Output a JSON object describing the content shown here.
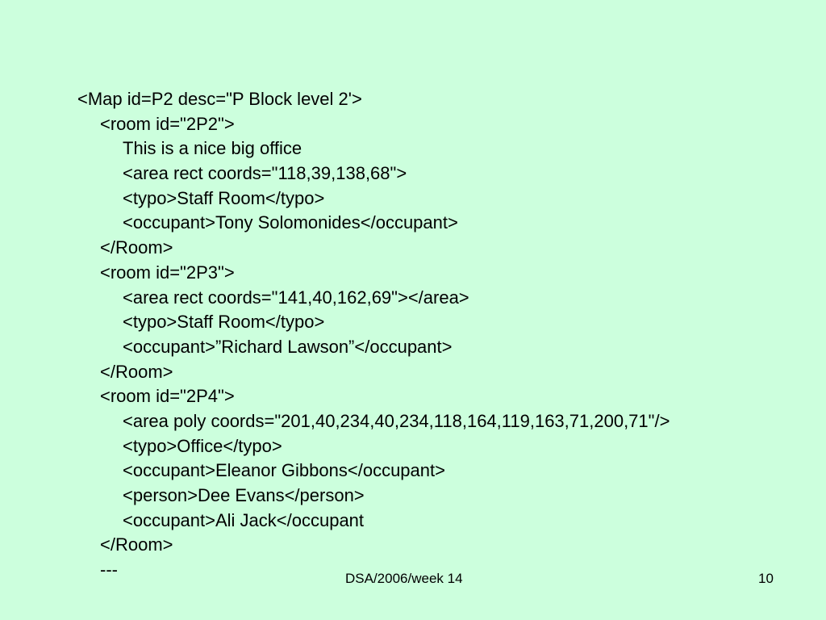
{
  "lines": [
    {
      "text": "<Map id=P2 desc=\"P Block level 2'>",
      "indent": 0
    },
    {
      "text": "<room id=\"2P2\">",
      "indent": 1
    },
    {
      "text": "This is a nice big office",
      "indent": 2
    },
    {
      "text": "<area rect coords=\"118,39,138,68\">",
      "indent": 2
    },
    {
      "text": "<typo>Staff Room</typo>",
      "indent": 2
    },
    {
      "text": "<occupant>Tony Solomonides</occupant>",
      "indent": 2
    },
    {
      "text": "</Room>",
      "indent": 1
    },
    {
      "text": "<room id=\"2P3\">",
      "indent": 1
    },
    {
      "text": "<area rect coords=\"141,40,162,69\"></area>",
      "indent": 2
    },
    {
      "text": "<typo>Staff Room</typo>",
      "indent": 2
    },
    {
      "text": "<occupant>”Richard Lawson”</occupant>",
      "indent": 2
    },
    {
      "text": "</Room>",
      "indent": 1
    },
    {
      "text": "<room id=\"2P4\">",
      "indent": 1
    },
    {
      "text": "<area poly coords=\"201,40,234,40,234,118,164,119,163,71,200,71\"/>",
      "indent": 2
    },
    {
      "text": "<typo>Office</typo>",
      "indent": 2
    },
    {
      "text": "<occupant>Eleanor Gibbons</occupant>",
      "indent": 2
    },
    {
      "text": "<person>Dee Evans</person>",
      "indent": 2
    },
    {
      "text": "<occupant>Ali Jack</occupant",
      "indent": 2
    },
    {
      "text": "</Room>",
      "indent": 1
    },
    {
      "text": "---",
      "indent": 1
    }
  ],
  "footer": {
    "course": "DSA/2006/week 14",
    "page_number": "10"
  },
  "colors": {
    "background": "#ccffdd",
    "text": "#000000"
  }
}
